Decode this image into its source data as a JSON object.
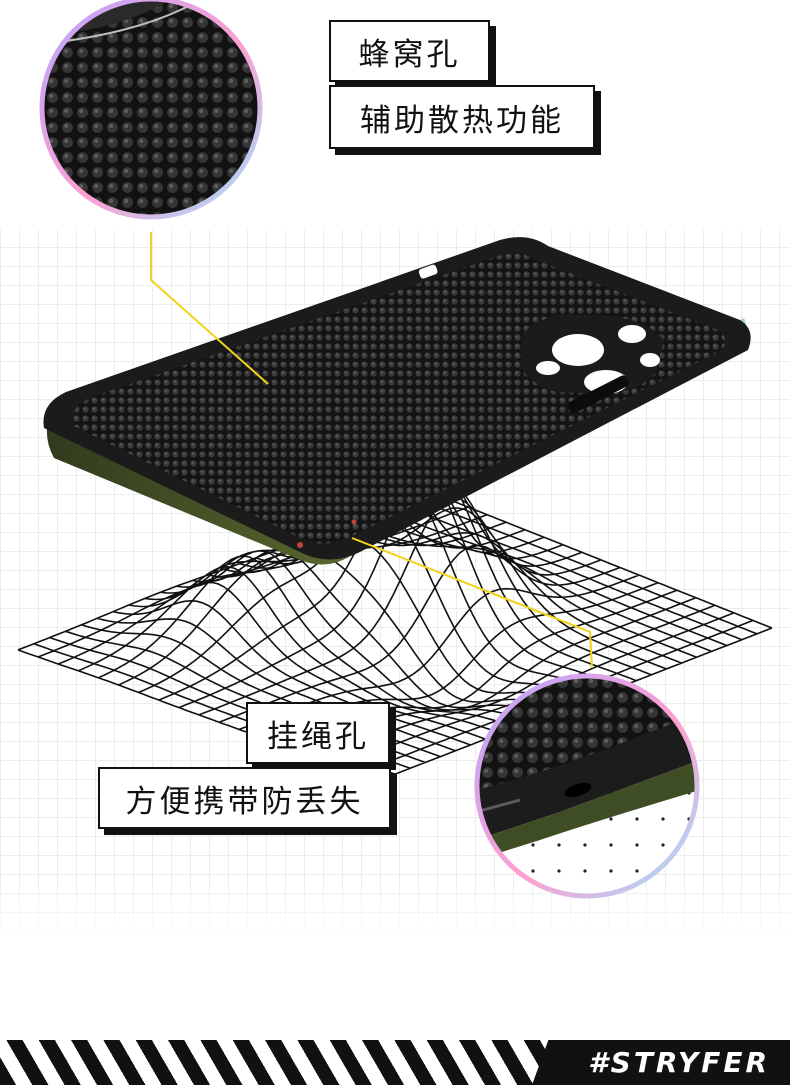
{
  "callouts": {
    "honeycomb": {
      "title": "蜂窝孔",
      "subtitle": "辅助散热功能"
    },
    "lanyard": {
      "title": "挂绳孔",
      "subtitle": "方便携带防丢失"
    }
  },
  "brand": {
    "tag": "#STRYFER"
  },
  "colors": {
    "accent_line": "#f2d21a",
    "ring_gradient": [
      "#b7a7ff",
      "#ff9fd0",
      "#9fe0ff"
    ],
    "ink": "#111111"
  },
  "icons": [
    "honeycomb-texture-icon",
    "phone-case-icon",
    "wireframe-terrain-icon",
    "lanyard-hole-icon"
  ]
}
